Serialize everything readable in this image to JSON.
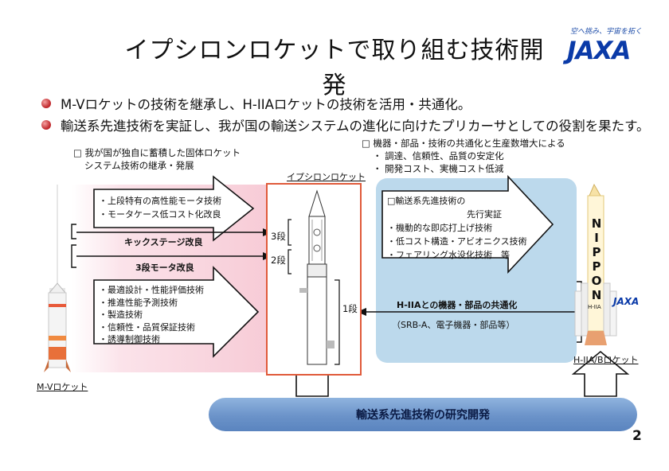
{
  "title": "イプシロンロケットで取り組む技術開発",
  "logo": {
    "tagline": "空へ挑み、宇宙を拓く",
    "text": "JAXA"
  },
  "bullets": [
    "M-Vロケットの技術を継承し、H-IIAロケットの技術を活用・共通化。",
    "輸送系先進技術を実証し、我が国の輸送システムの進化に向けたプリカーサとしての役割を果たす。"
  ],
  "left_note": {
    "line1": "□ 我が国が独自に蓄積した固体ロケット",
    "line2": "システム技術の継承・発展"
  },
  "right_note": {
    "line1": "□ 機器・部品・技術の共通化と生産数増大による",
    "line2": "・ 調達、信頼性、品質の安定化",
    "line3": "・ 開発コスト、実機コスト低減"
  },
  "left_arrows": {
    "upper": [
      "・上段特有の高性能モータ技術",
      "・モータケース低コスト化改良"
    ],
    "kick": "キックステージ改良",
    "stage3": "3段モータ改良",
    "lower": [
      "・最適設計・性能評価技術",
      "・推進性能予測技術",
      "・製造技術",
      "・信頼性・品質保証技術",
      "・誘導制御技術"
    ]
  },
  "epsilon": {
    "label": "イプシロンロケット",
    "stage3": "3段",
    "stage2": "2段",
    "stage1": "1段"
  },
  "right_arrows": {
    "advanced_title_1": "□輸送系先進技術の",
    "advanced_title_2": "先行実証",
    "advanced_items": [
      "・機動的な即応打上げ技術",
      "・低コスト構造・アビオニクス技術",
      "・フェアリング水没化技術　等"
    ],
    "common_1": "H-IIAとの機器・部品の共通化",
    "common_2": "（SRB-A、電子機器・部品等）"
  },
  "mv_label": "M-Vロケット",
  "h2a": {
    "label": "H-IIA/Bロケット",
    "nippon": [
      "N",
      "I",
      "P",
      "P",
      "O",
      "N"
    ],
    "tag": "H-IIA",
    "logo": "JAXA"
  },
  "band": "輸送系先進技術の研究開発",
  "page_number": "2",
  "colors": {
    "accent_red": "#e05a3a",
    "blue_box": "#bcd9ec",
    "band": "#6b93c9",
    "jaxa_blue": "#0a3aa8"
  }
}
